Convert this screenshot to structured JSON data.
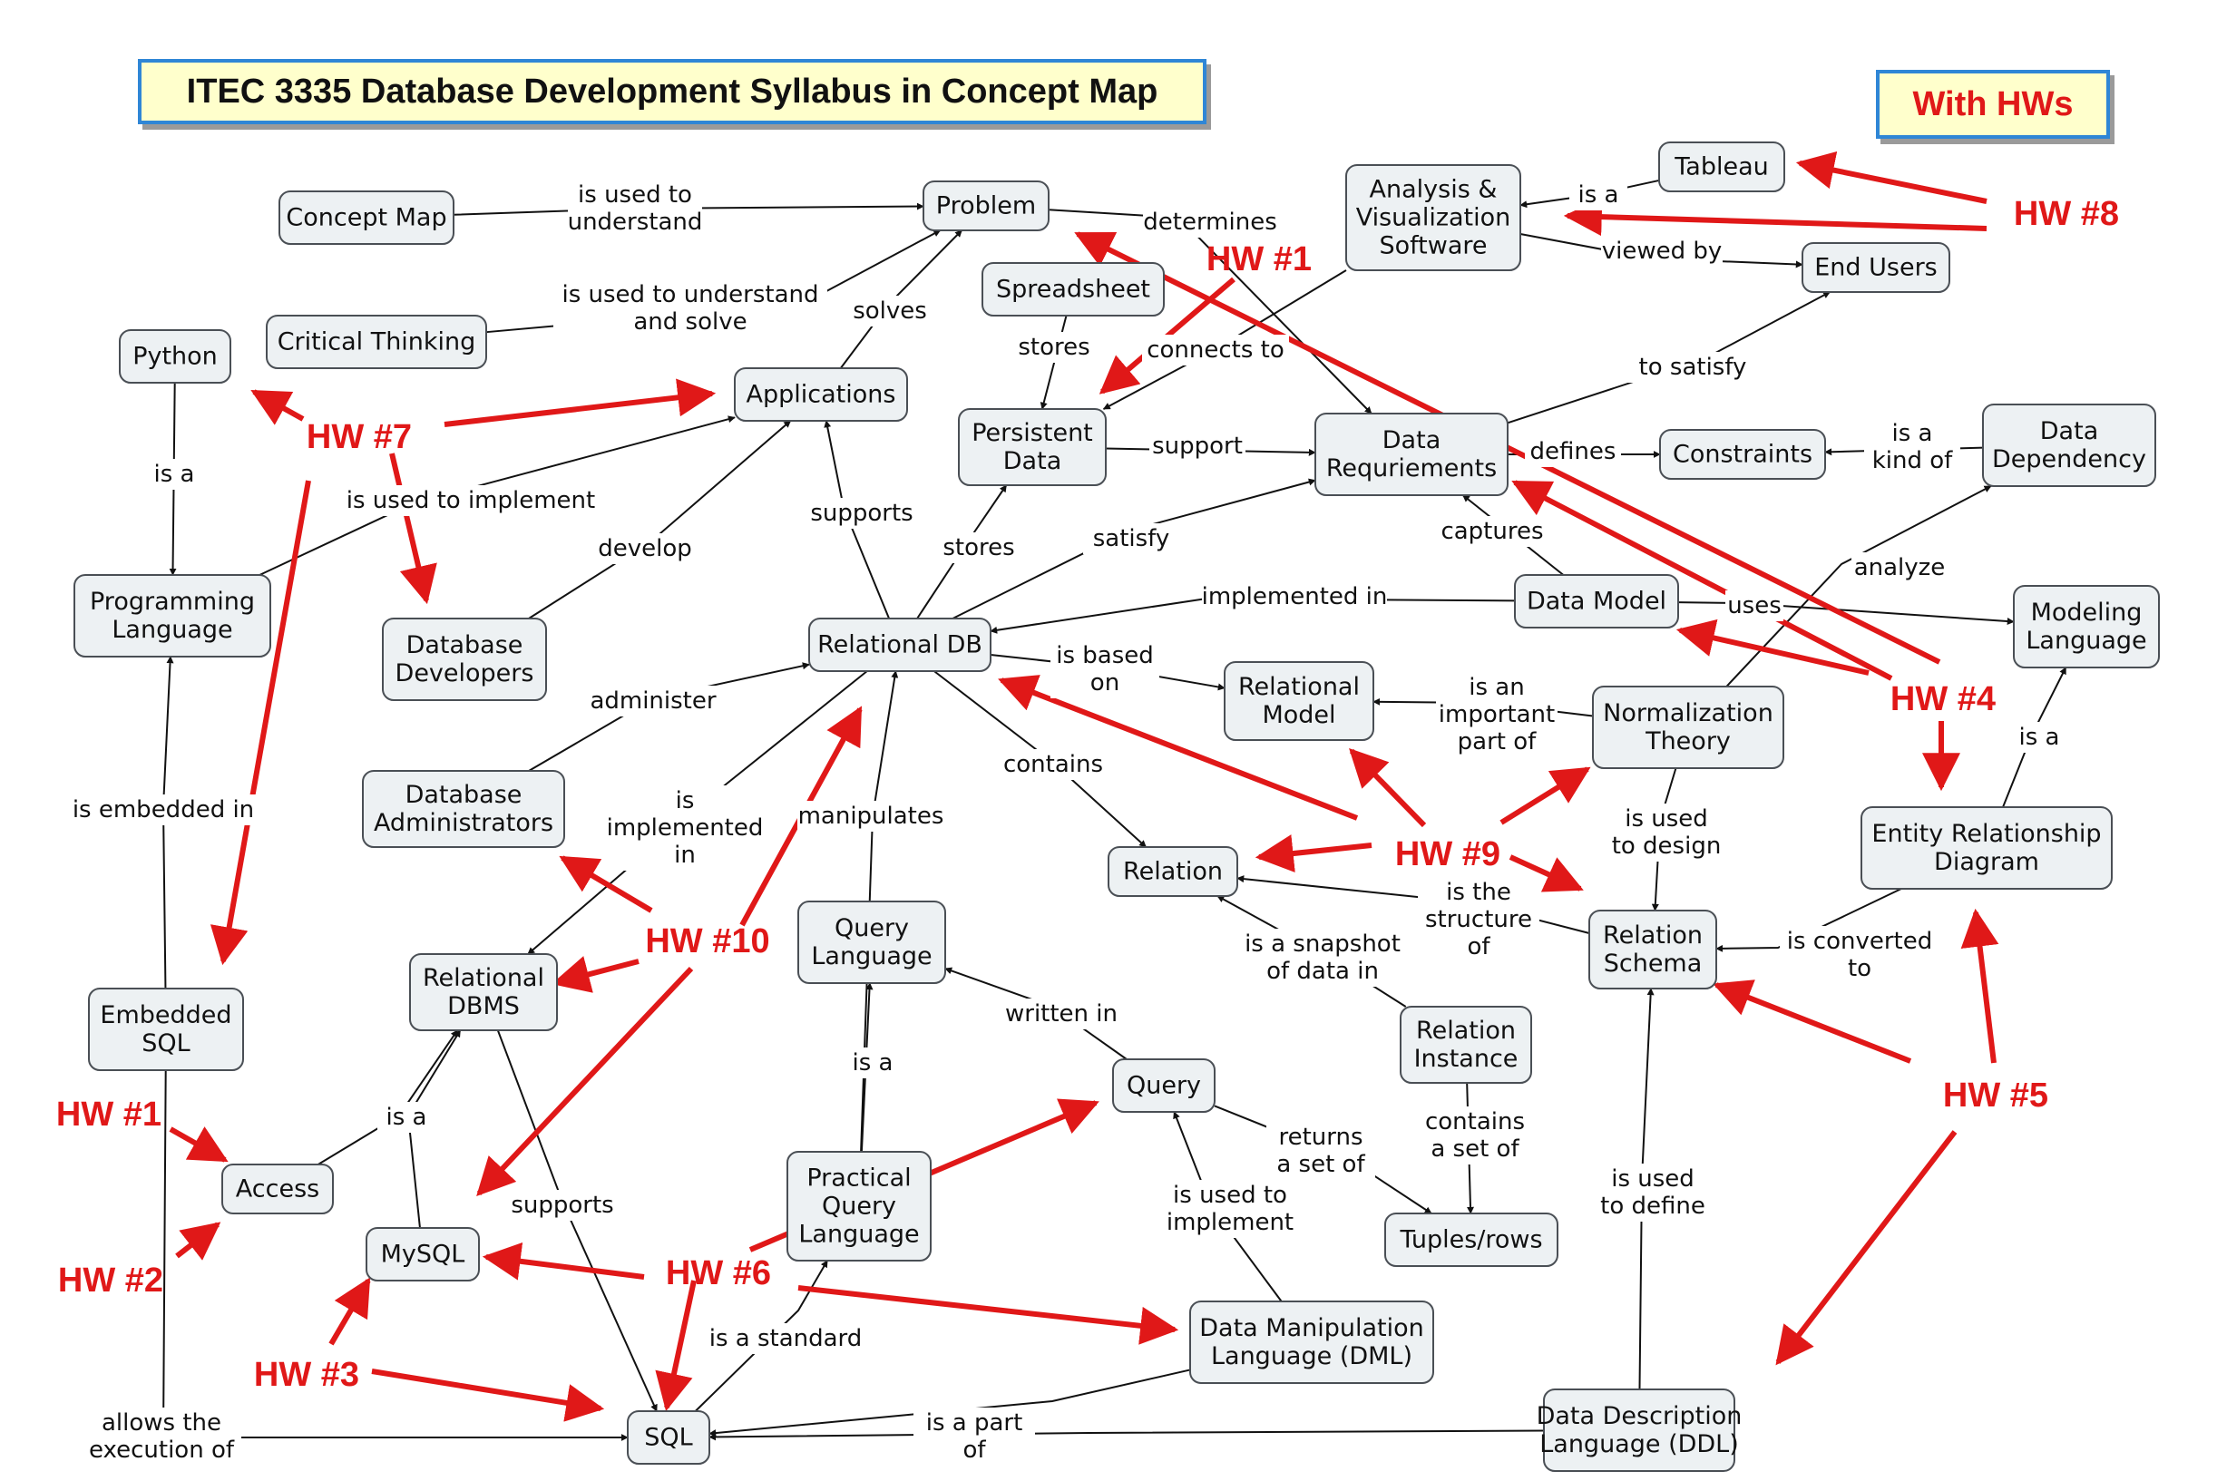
{
  "title": "ITEC 3335 Database Development Syllabus in Concept Map",
  "badge": "With HWs",
  "colors": {
    "hw": "#e01818",
    "node_fill": "#edf1f3",
    "node_border": "#4a4f55",
    "title_fill": "#ffffcc",
    "title_border": "#2f86d6"
  },
  "nodes": [
    {
      "id": "concept-map",
      "lines": [
        "Concept Map"
      ]
    },
    {
      "id": "problem",
      "lines": [
        "Problem"
      ]
    },
    {
      "id": "analysis-software",
      "lines": [
        "Analysis &",
        "Visualization",
        "Software"
      ]
    },
    {
      "id": "tableau",
      "lines": [
        "Tableau"
      ]
    },
    {
      "id": "end-users",
      "lines": [
        "End Users"
      ]
    },
    {
      "id": "spreadsheet",
      "lines": [
        "Spreadsheet"
      ]
    },
    {
      "id": "critical-thinking",
      "lines": [
        "Critical Thinking"
      ]
    },
    {
      "id": "python",
      "lines": [
        "Python"
      ]
    },
    {
      "id": "applications",
      "lines": [
        "Applications"
      ]
    },
    {
      "id": "persistent-data",
      "lines": [
        "Persistent",
        "Data"
      ]
    },
    {
      "id": "data-requirements",
      "lines": [
        "Data",
        "Requriements"
      ]
    },
    {
      "id": "constraints",
      "lines": [
        "Constraints"
      ]
    },
    {
      "id": "data-dependency",
      "lines": [
        "Data",
        "Dependency"
      ]
    },
    {
      "id": "programming-language",
      "lines": [
        "Programming",
        "Language"
      ]
    },
    {
      "id": "database-developers",
      "lines": [
        "Database",
        "Developers"
      ]
    },
    {
      "id": "relational-db",
      "lines": [
        "Relational DB"
      ]
    },
    {
      "id": "data-model",
      "lines": [
        "Data Model"
      ]
    },
    {
      "id": "modeling-language",
      "lines": [
        "Modeling",
        "Language"
      ]
    },
    {
      "id": "relational-model",
      "lines": [
        "Relational",
        "Model"
      ]
    },
    {
      "id": "normalization-theory",
      "lines": [
        "Normalization",
        "Theory"
      ]
    },
    {
      "id": "database-administrators",
      "lines": [
        "Database",
        "Administrators"
      ]
    },
    {
      "id": "relation",
      "lines": [
        "Relation"
      ]
    },
    {
      "id": "er-diagram",
      "lines": [
        "Entity Relationship",
        "Diagram"
      ]
    },
    {
      "id": "query-language",
      "lines": [
        "Query",
        "Language"
      ]
    },
    {
      "id": "relational-dbms",
      "lines": [
        "Relational",
        "DBMS"
      ]
    },
    {
      "id": "relation-schema",
      "lines": [
        "Relation",
        "Schema"
      ]
    },
    {
      "id": "embedded-sql",
      "lines": [
        "Embedded",
        "SQL"
      ]
    },
    {
      "id": "relation-instance",
      "lines": [
        "Relation",
        "Instance"
      ]
    },
    {
      "id": "query",
      "lines": [
        "Query"
      ]
    },
    {
      "id": "access",
      "lines": [
        "Access"
      ]
    },
    {
      "id": "practical-query-language",
      "lines": [
        "Practical",
        "Query",
        "Language"
      ]
    },
    {
      "id": "mysql",
      "lines": [
        "MySQL"
      ]
    },
    {
      "id": "tuples-rows",
      "lines": [
        "Tuples/rows"
      ]
    },
    {
      "id": "dml",
      "lines": [
        "Data Manipulation",
        "Language (DML)"
      ]
    },
    {
      "id": "sql",
      "lines": [
        "SQL"
      ]
    },
    {
      "id": "ddl",
      "lines": [
        "Data Description",
        "Language (DDL)"
      ]
    }
  ],
  "link_labels": [
    {
      "id": "is-used-to-understand",
      "lines": [
        "is used to",
        "understand"
      ]
    },
    {
      "id": "determines",
      "lines": [
        "determines"
      ]
    },
    {
      "id": "is-a-tableau",
      "lines": [
        "is a"
      ]
    },
    {
      "id": "viewed-by",
      "lines": [
        "viewed by"
      ]
    },
    {
      "id": "is-used-to-understand-and-solve",
      "lines": [
        "is used to understand",
        "and solve"
      ]
    },
    {
      "id": "solves",
      "lines": [
        "solves"
      ]
    },
    {
      "id": "stores-spreadsheet",
      "lines": [
        "stores"
      ]
    },
    {
      "id": "connects-to",
      "lines": [
        "connects to"
      ]
    },
    {
      "id": "to-satisfy",
      "lines": [
        "to satisfy"
      ]
    },
    {
      "id": "is-a-python",
      "lines": [
        "is a"
      ]
    },
    {
      "id": "is-used-to-implement",
      "lines": [
        "is used to implement"
      ]
    },
    {
      "id": "support",
      "lines": [
        "support"
      ]
    },
    {
      "id": "defines",
      "lines": [
        "defines"
      ]
    },
    {
      "id": "is-a-kind-of",
      "lines": [
        "is a",
        "kind of"
      ]
    },
    {
      "id": "develop",
      "lines": [
        "develop"
      ]
    },
    {
      "id": "supports-apps",
      "lines": [
        "supports"
      ]
    },
    {
      "id": "stores-reldb",
      "lines": [
        "stores"
      ]
    },
    {
      "id": "satisfy",
      "lines": [
        "satisfy"
      ]
    },
    {
      "id": "captures",
      "lines": [
        "captures"
      ]
    },
    {
      "id": "analyze",
      "lines": [
        "analyze"
      ]
    },
    {
      "id": "implemented-in",
      "lines": [
        "implemented in"
      ]
    },
    {
      "id": "uses",
      "lines": [
        "uses"
      ]
    },
    {
      "id": "is-based-on",
      "lines": [
        "is based",
        "on"
      ]
    },
    {
      "id": "is-an-important-part-of",
      "lines": [
        "is an",
        "important",
        "part of"
      ]
    },
    {
      "id": "administer",
      "lines": [
        "administer"
      ]
    },
    {
      "id": "is-a-erd",
      "lines": [
        "is a"
      ]
    },
    {
      "id": "contains-reldb",
      "lines": [
        "contains"
      ]
    },
    {
      "id": "is-embedded-in",
      "lines": [
        "is embedded in"
      ]
    },
    {
      "id": "is-implemented-in",
      "lines": [
        "is",
        "implemented",
        "in"
      ]
    },
    {
      "id": "manipulates",
      "lines": [
        "manipulates"
      ]
    },
    {
      "id": "is-used-to-design",
      "lines": [
        "is used",
        "to design"
      ]
    },
    {
      "id": "is-the-structure-of",
      "lines": [
        "is the",
        "structure",
        "of"
      ]
    },
    {
      "id": "is-converted-to",
      "lines": [
        "is converted",
        "to"
      ]
    },
    {
      "id": "is-a-snapshot-of-data-in",
      "lines": [
        "is a snapshot",
        "of data in"
      ]
    },
    {
      "id": "written-in",
      "lines": [
        "written in"
      ]
    },
    {
      "id": "is-a-query-language",
      "lines": [
        "is a"
      ]
    },
    {
      "id": "is-a-access",
      "lines": [
        "is a"
      ]
    },
    {
      "id": "contains-a-set-of",
      "lines": [
        "contains",
        "a set of"
      ]
    },
    {
      "id": "returns-a-set-of",
      "lines": [
        "returns",
        "a set of"
      ]
    },
    {
      "id": "supports-sql",
      "lines": [
        "supports"
      ]
    },
    {
      "id": "is-used-to-implement-query",
      "lines": [
        "is used to",
        "implement"
      ]
    },
    {
      "id": "is-used-to-define",
      "lines": [
        "is used",
        "to define"
      ]
    },
    {
      "id": "is-a-standard",
      "lines": [
        "is a standard"
      ]
    },
    {
      "id": "allows-the-execution-of",
      "lines": [
        "allows the",
        "execution of"
      ]
    },
    {
      "id": "is-a-part-of",
      "lines": [
        "is a part",
        "of"
      ]
    }
  ],
  "hw_labels": [
    {
      "id": "hw-1-top",
      "text": "HW #1"
    },
    {
      "id": "hw-8",
      "text": "HW #8"
    },
    {
      "id": "hw-7",
      "text": "HW #7"
    },
    {
      "id": "hw-4",
      "text": "HW #4"
    },
    {
      "id": "hw-9",
      "text": "HW #9"
    },
    {
      "id": "hw-10",
      "text": "HW #10"
    },
    {
      "id": "hw-5",
      "text": "HW #5"
    },
    {
      "id": "hw-1-left",
      "text": "HW #1"
    },
    {
      "id": "hw-2",
      "text": "HW #2"
    },
    {
      "id": "hw-6",
      "text": "HW #6"
    },
    {
      "id": "hw-3",
      "text": "HW #3"
    }
  ]
}
